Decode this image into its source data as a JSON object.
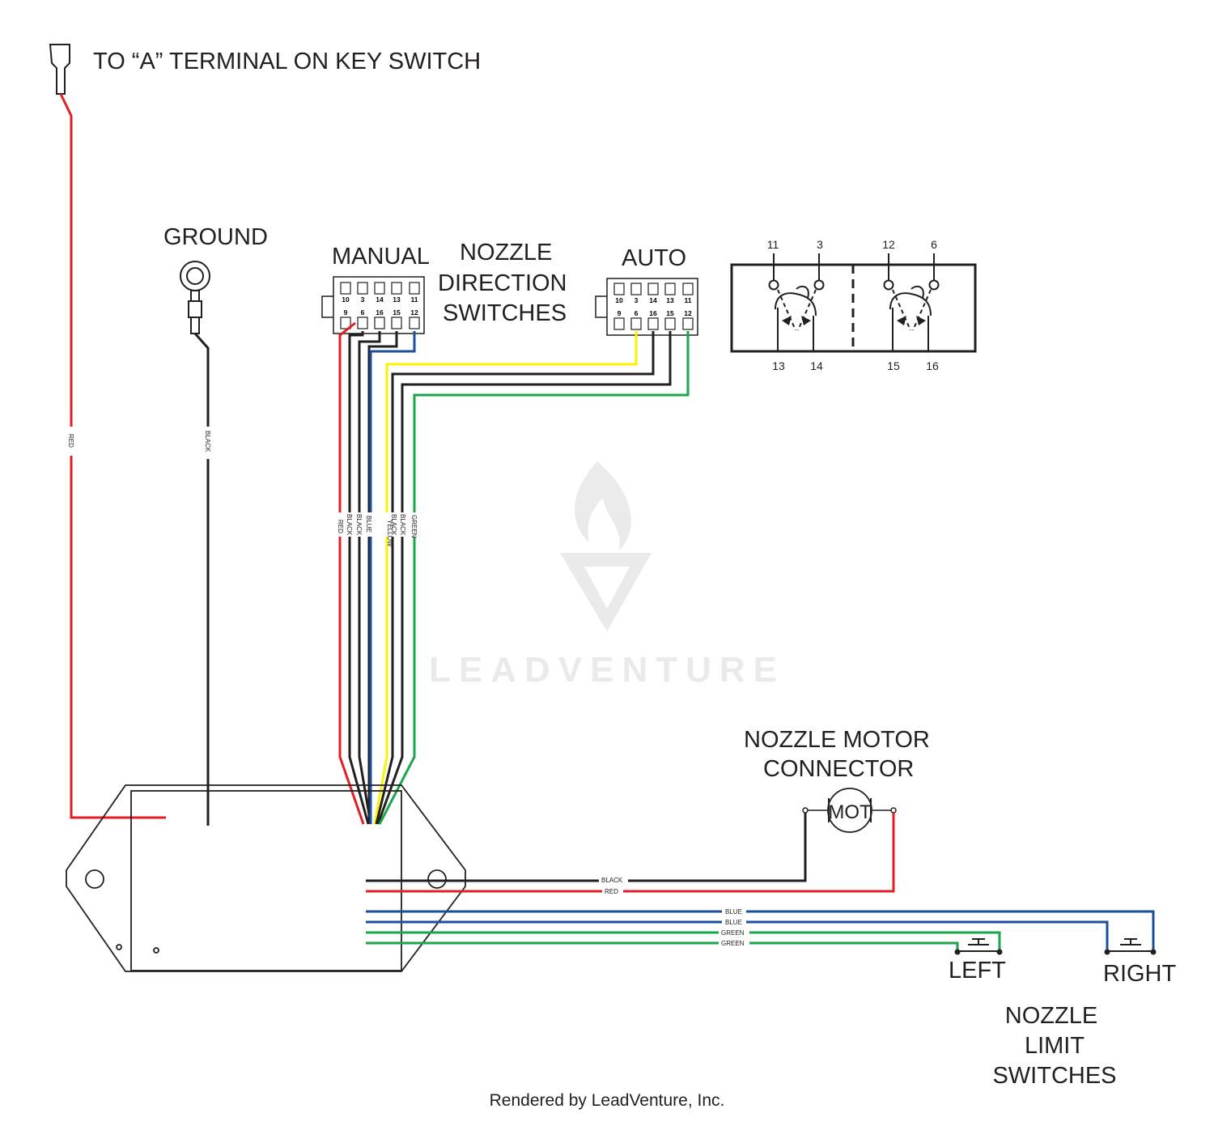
{
  "labels": {
    "key_switch": "TO “A” TERMINAL ON KEY SWITCH",
    "ground": "GROUND",
    "manual": "MANUAL",
    "nozzle_direction": [
      "NOZZLE",
      "DIRECTION",
      "SWITCHES"
    ],
    "auto": "AUTO",
    "motor": [
      "NOZZLE MOTOR",
      "CONNECTOR"
    ],
    "motor_symbol": "MOT",
    "left": "LEFT",
    "right": "RIGHT",
    "limit": [
      "NOZZLE",
      "LIMIT",
      "SWITCHES"
    ],
    "watermark": "LEADVENTURE",
    "credit": "Rendered by LeadVenture, Inc."
  },
  "connector_pins": {
    "top": [
      "10",
      "3",
      "14",
      "13",
      "11"
    ],
    "bottom": [
      "9",
      "6",
      "16",
      "15",
      "12"
    ]
  },
  "switch_pins": {
    "top": [
      "11",
      "3",
      "12",
      "6"
    ],
    "bottom": [
      "13",
      "14",
      "15",
      "16"
    ]
  },
  "wire_labels": {
    "red_key": "RED",
    "black_ground": "BLACK",
    "bundle": [
      "RED",
      "BLACK",
      "BLACK",
      "BLUE",
      "YELLOW",
      "BLACK",
      "BLACK",
      "GREEN"
    ],
    "motor_black": "BLACK",
    "motor_red": "RED",
    "limit": [
      "BLUE",
      "BLUE",
      "GREEN",
      "GREEN"
    ]
  },
  "colors": {
    "red": "#e31e24",
    "black": "#231f20",
    "blue": "#1b4f9c",
    "yellow": "#fff200",
    "green": "#1aa64a"
  }
}
